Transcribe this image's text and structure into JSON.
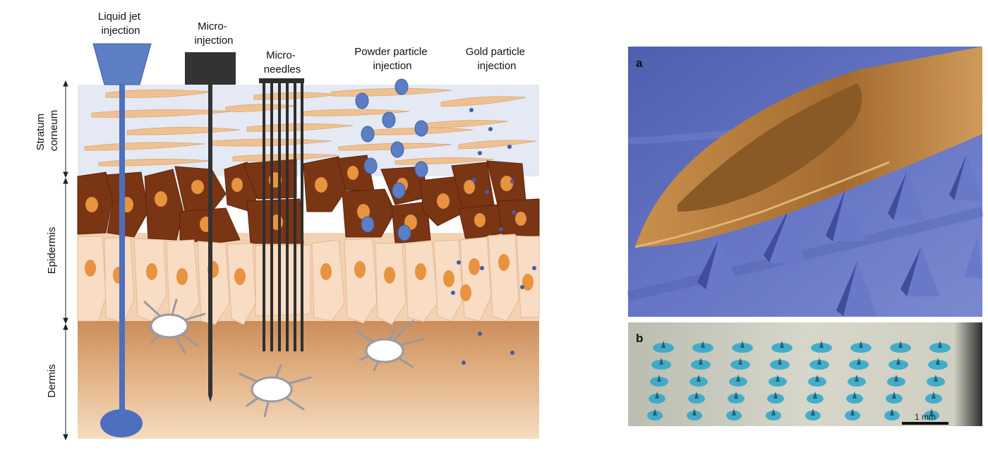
{
  "left_figure": {
    "methods": {
      "liquid_jet": [
        "Liquid jet",
        "injection"
      ],
      "micro_injection": [
        "Micro-",
        "injection"
      ],
      "micro_needles": [
        "Micro-",
        "needles"
      ],
      "powder_particle": [
        "Powder particle",
        "injection"
      ],
      "gold_particle": [
        "Gold particle",
        "injection"
      ]
    },
    "layers": {
      "stratum_corneum": [
        "Stratum",
        "corneum"
      ],
      "epidermis": "Epidermis",
      "dermis": "Dermis"
    },
    "colors": {
      "stratum_bg": "#e4e9f4",
      "corneocyte": "#f0c190",
      "keratinocyte_dark": "#7a3515",
      "keratinocyte_light": "#f8dcc4",
      "nucleus": "#e8933f",
      "dermis_top": "#c98a58",
      "dermis_bottom": "#f4d6b6",
      "particle": "#5b7ec4",
      "jet": "#4d6fbd",
      "needle": "#333333"
    }
  },
  "right_figure": {
    "panel_a": {
      "letter": "a",
      "bg_color": "#5868b8",
      "needle_color": "#b37a3a"
    },
    "panel_b": {
      "letter": "b",
      "scale_label": "1 mm",
      "dot_color": "#2aa7c9"
    }
  }
}
